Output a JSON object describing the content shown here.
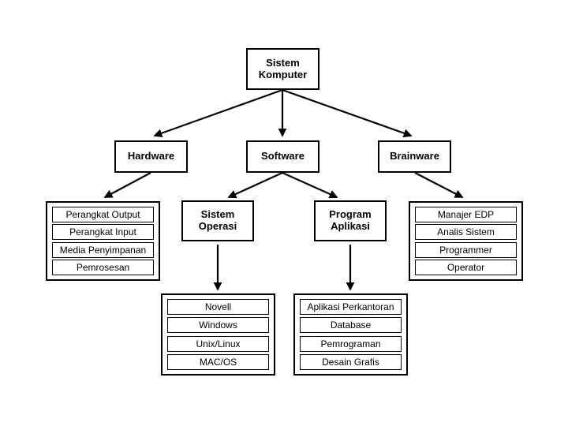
{
  "diagram": {
    "root": {
      "label": "Sistem\nKomputer"
    },
    "level2": [
      {
        "label": "Hardware"
      },
      {
        "label": "Software"
      },
      {
        "label": "Brainware"
      }
    ],
    "software_children": [
      {
        "label": "Sistem\nOperasi"
      },
      {
        "label": "Program\nAplikasi"
      }
    ],
    "hardware_items": [
      "Perangkat Output",
      "Perangkat Input",
      "Media Penyimpanan",
      "Pemrosesan"
    ],
    "brainware_items": [
      "Manajer EDP",
      "Analis Sistem",
      "Programmer",
      "Operator"
    ],
    "sistem_operasi_items": [
      "Novell",
      "Windows",
      "Unix/Linux",
      "MAC/OS"
    ],
    "program_aplikasi_items": [
      "Aplikasi Perkantoran",
      "Database",
      "Pemrograman",
      "Desain Grafis"
    ],
    "colors": {
      "stroke": "#000000",
      "background": "#ffffff",
      "text": "#000000"
    }
  }
}
